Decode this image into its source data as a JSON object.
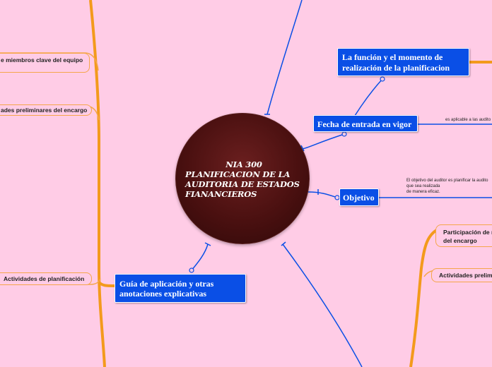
{
  "central_topic": {
    "line1": "NIA 300",
    "line2": "PLANIFICACION DE LA",
    "line3": "AUDITORIA DE ESTADOS",
    "line4": "FIANANCIEROS"
  },
  "nodes": {
    "funcion": {
      "line1": "La función y el momento de",
      "line2": "realización de la planificacion"
    },
    "fecha": {
      "label": "Fecha de entrada en vigor",
      "note": "es aplicable a las audito"
    },
    "objetivo": {
      "label": "Objetivo",
      "note_line1": "El objetivo del auditor es planificar la audito",
      "note_line2": "que sea realizada",
      "note_line3": "de manera eficaz."
    },
    "guia": {
      "line1": "Guía de aplicación y otras",
      "line2": "anotaciones explicativas"
    }
  },
  "left_branch": {
    "item1": "e miembros clave del equipo",
    "item2": "ades preliminares del encargo",
    "item3": "Actividades de planificación"
  },
  "right_branch": {
    "item1_line1": "Participación de r",
    "item1_line2": "del encargo",
    "item2": "Actividades prelim"
  },
  "colors": {
    "background": "#ffcce6",
    "blue_node": "#0a4fe6",
    "orange_branch": "#f39a1c",
    "center": "#4a1010"
  }
}
